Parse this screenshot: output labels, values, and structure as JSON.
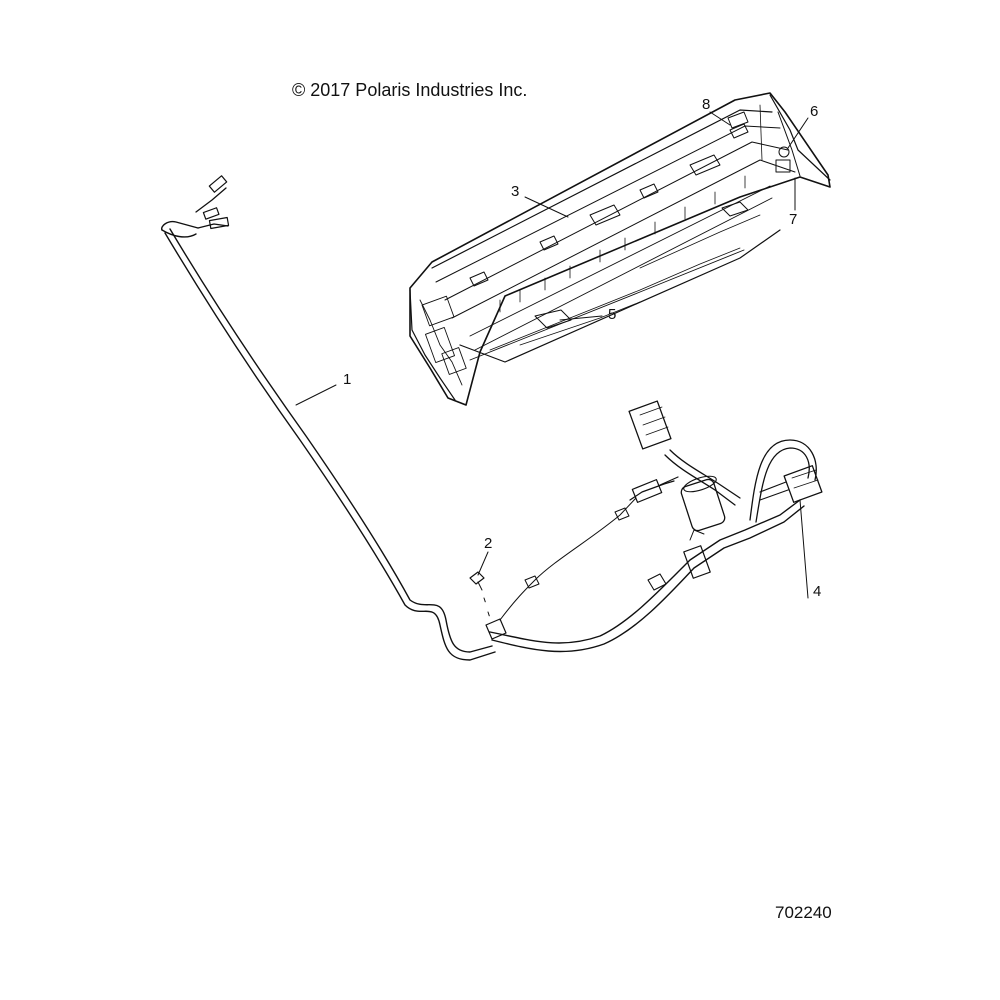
{
  "header": {
    "copyright": "© 2017 Polaris Industries Inc."
  },
  "footer": {
    "figure_id": "702240"
  },
  "callouts": [
    {
      "id": "1",
      "label": "1"
    },
    {
      "id": "2",
      "label": "2"
    },
    {
      "id": "3",
      "label": "3"
    },
    {
      "id": "4",
      "label": "4"
    },
    {
      "id": "5",
      "label": "5"
    },
    {
      "id": "6",
      "label": "6"
    },
    {
      "id": "7",
      "label": "7"
    },
    {
      "id": "8",
      "label": "8"
    }
  ]
}
